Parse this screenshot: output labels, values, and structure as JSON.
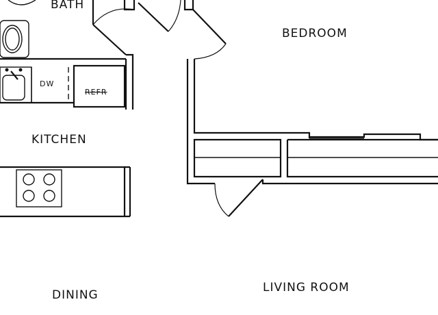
{
  "rooms": {
    "bath": "BATH",
    "bedroom": "BEDROOM",
    "kitchen": "KITCHEN",
    "dining": "DINING",
    "living_room": "LIVING ROOM"
  },
  "fixtures": {
    "dishwasher": "DW",
    "refrigerator": "REFR"
  }
}
